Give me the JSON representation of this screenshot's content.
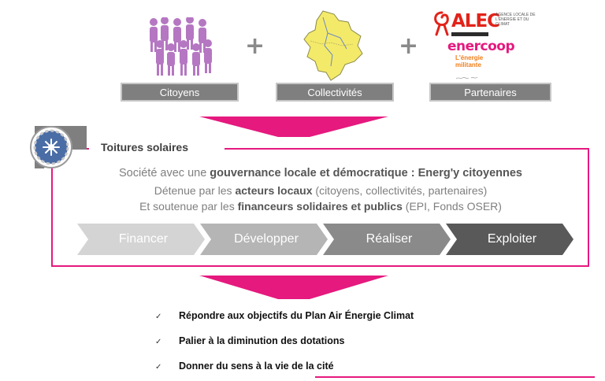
{
  "top": {
    "groups": [
      {
        "label": "Citoyens",
        "icon": "people-icon"
      },
      {
        "label": "Collectivités",
        "icon": "map-icon"
      },
      {
        "label": "Partenaires",
        "icon": "partners-logos"
      }
    ],
    "plus_sign": "+",
    "partners": {
      "alec_name": "ALEC",
      "alec_subtitle": "Agence locale de l'énergie et du climat",
      "enercoop_name": "enercoop",
      "enercoop_tagline_1": "L'énergie",
      "enercoop_tagline_2": "militante"
    }
  },
  "section": {
    "title": "Toitures solaires",
    "line1_prefix": "Société avec une ",
    "line1_bold": "gouvernance locale et démocratique : Energ'y citoyennes",
    "line2_prefix": "Détenue par les ",
    "line2_bold": "acteurs locaux",
    "line2_suffix": " (citoyens, collectivités, partenaires)",
    "line3_prefix": "Et soutenue par les ",
    "line3_bold": "financeurs solidaires et publics",
    "line3_suffix": " (EPI, Fonds OSER)"
  },
  "steps": [
    "Financer",
    "Développer",
    "Réaliser",
    "Exploiter"
  ],
  "step_colors": [
    "#d4d4d4",
    "#b5b5b5",
    "#8a8a8a",
    "#595959"
  ],
  "bullets": [
    "Répondre aux objectifs du Plan Air Énergie Climat",
    "Palier à la diminution des dotations",
    "Donner du sens à la vie de la cité"
  ],
  "colors": {
    "accent": "#e5197e",
    "people": "#b577c2",
    "map": "#f4ea6a",
    "label_box": "#7f7f7f"
  }
}
